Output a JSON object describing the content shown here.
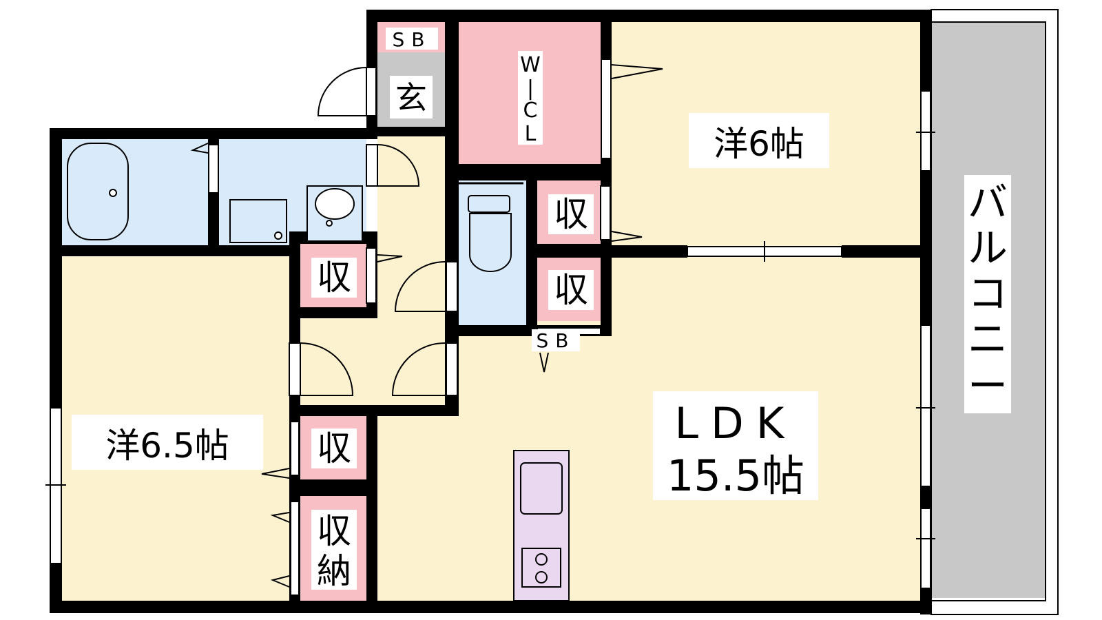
{
  "rooms": {
    "western_1": {
      "label": "洋6帖"
    },
    "western_2": {
      "label": "洋6.5帖"
    },
    "ldk": {
      "line1": "LDK",
      "line2": "15.5帖"
    },
    "walk_in_closet": {
      "chars": [
        "W",
        "|",
        "C",
        "L"
      ]
    },
    "entrance": {
      "label": "玄"
    },
    "shoe_box_top": {
      "label": "SB"
    },
    "shoe_box_mid": {
      "label": "SB"
    },
    "storage": {
      "label": "収"
    },
    "storage_nou": {
      "chars": [
        "収",
        "納"
      ]
    },
    "balcony": {
      "chars": [
        "バ",
        "ル",
        "コ",
        "ニ",
        "ー"
      ]
    }
  },
  "colors": {
    "wall": "#000000",
    "room_floor": "#fdf2d0",
    "storage": "#f8c0c4",
    "wet_area": "#d9ebfb",
    "entrance": "#c8c8c8",
    "balcony": "#c8c8c8",
    "kitchen": "#ead7f0"
  }
}
